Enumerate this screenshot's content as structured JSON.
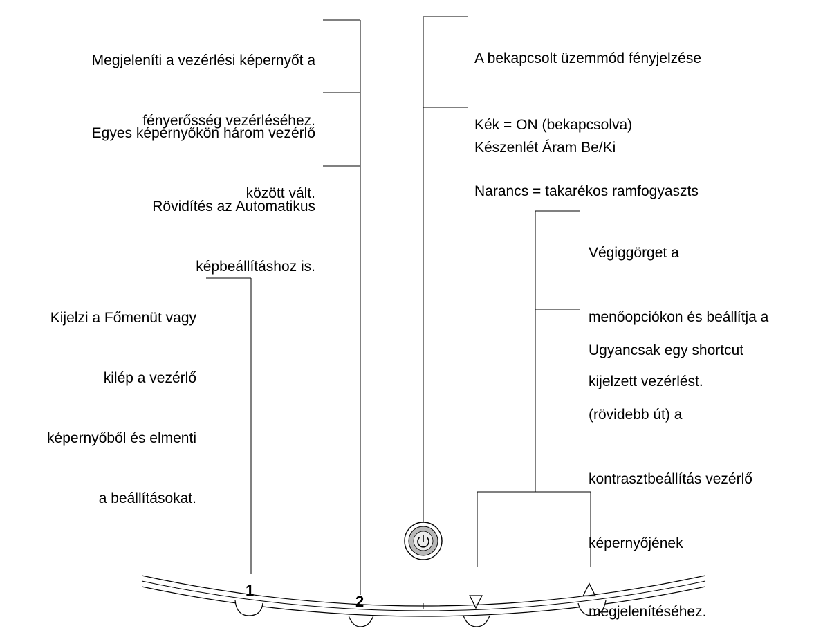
{
  "annotations": {
    "button2_brightness": [
      "Megjeleníti a vezérlési képernyőt a",
      "fényerősség vezérléséhez."
    ],
    "button2_switch": [
      "Egyes képernyőkön három vezérlő",
      "között vált."
    ],
    "button2_autoadjust": [
      "Rövidítés az Automatikus",
      "képbeállításhoz is."
    ],
    "button1_menu": [
      "Kijelzi a Főmenüt vagy",
      "kilép a vezérlő",
      "képernyőből és elmenti",
      "a beállításokat."
    ],
    "power_led": [
      "A bekapcsolt üzemmód fényjelzése",
      "Kék = ON (bekapcsolva)",
      "Narancs = takarékos ramfogyaszts"
    ],
    "power_standby": [
      "Készenlét Áram Be/Ki"
    ],
    "arrows_scroll": [
      "Végiggörget a",
      "menőopciókon és beállítja a",
      "kijelzett vezérlést."
    ],
    "arrows_shortcut": [
      "Ugyancsak egy shortcut",
      "(rövidebb út) a",
      "kontrasztbeállítás vezérlő",
      "képernyőjének",
      "megjelenítéséhez."
    ]
  },
  "buttons": {
    "button1_label": "1",
    "button2_label": "2",
    "down_arrow_label": "▽",
    "up_arrow_label": "△",
    "power_icon": "power-icon"
  }
}
